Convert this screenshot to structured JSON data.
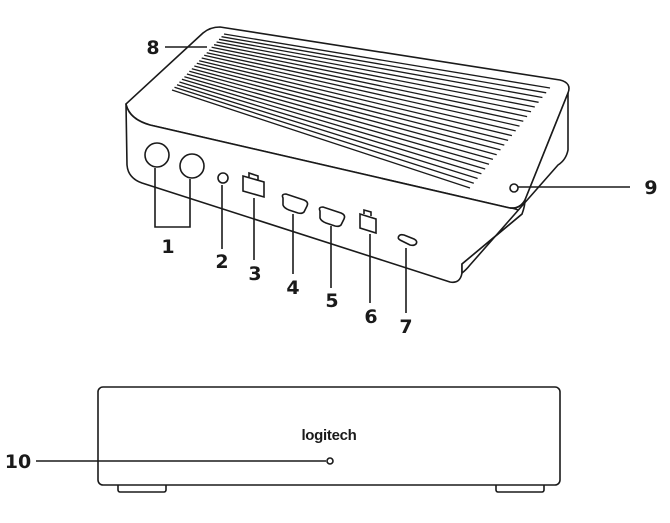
{
  "device_rear_view": {
    "callouts": [
      "1",
      "2",
      "3",
      "4",
      "5",
      "6",
      "7",
      "8",
      "9"
    ]
  },
  "device_front_view": {
    "brand": "logitech",
    "callouts": [
      "10"
    ]
  }
}
